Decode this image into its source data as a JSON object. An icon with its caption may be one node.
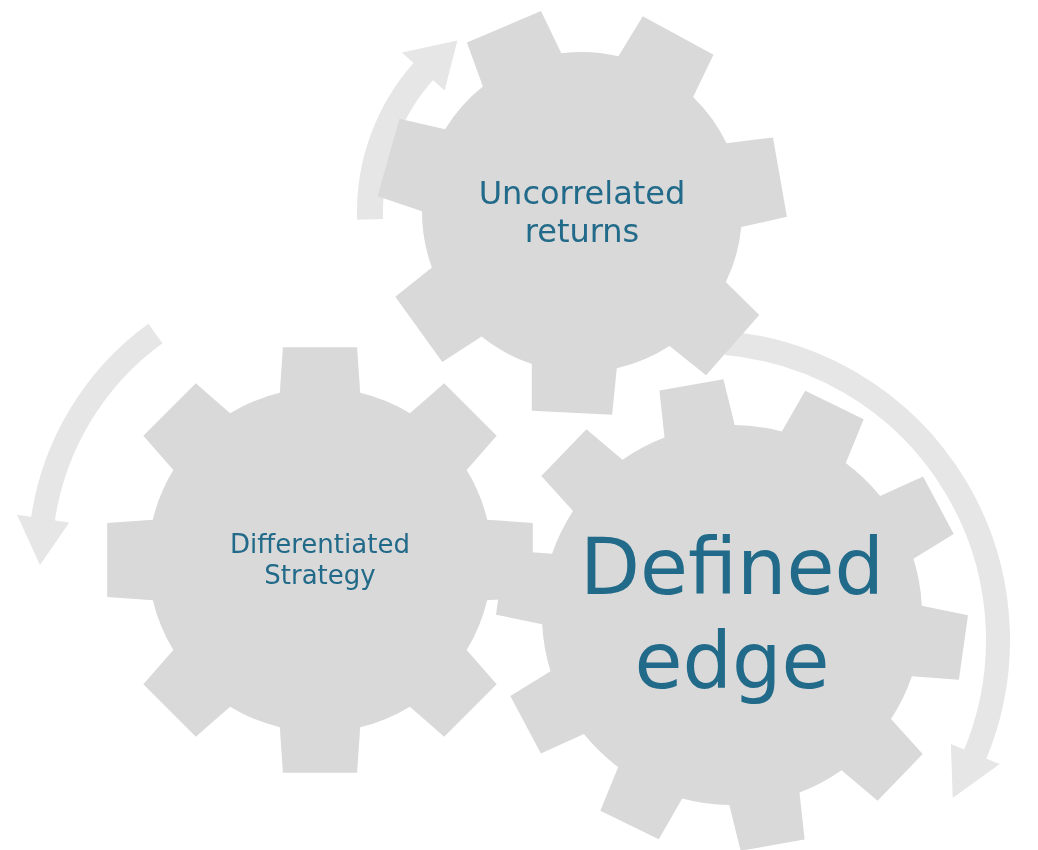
{
  "diagram": {
    "nodes": [
      {
        "text": [
          "Uncorrelated returns"
        ]
      },
      {
        "text": [
          "Differentiated Strategy"
        ]
      },
      {
        "text": [
          "Defined edge"
        ]
      }
    ]
  }
}
